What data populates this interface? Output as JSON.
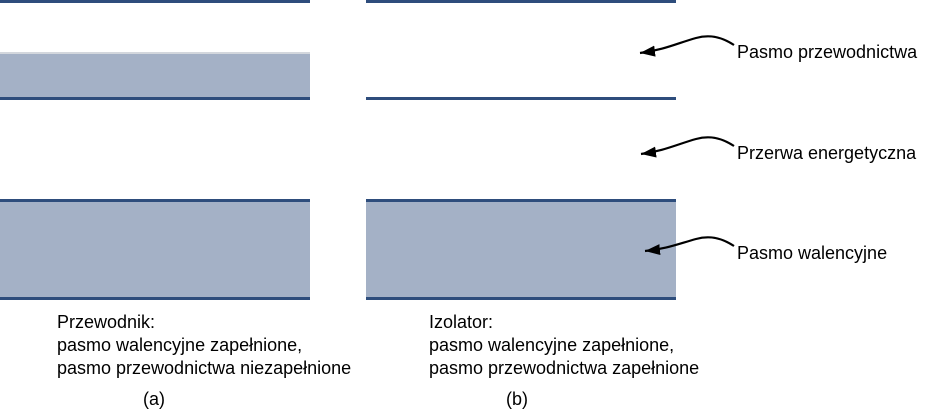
{
  "figure": {
    "annotations": {
      "conduction_band": "Pasmo przewodnictwa",
      "energy_gap": "Przerwa energetyczna",
      "valence_band": "Pasmo walencyjne"
    },
    "panel_a": {
      "caption_line1": "Przewodnik:",
      "caption_line2": "pasmo walencyjne zapełnione,",
      "caption_line3": "pasmo przewodnictwa niezapełnione",
      "label": "(a)"
    },
    "panel_b": {
      "caption_line1": "Izolator:",
      "caption_line2": "pasmo walencyjne zapełnione,",
      "caption_line3": "pasmo przewodnictwa zapełnione",
      "label": "(b)"
    },
    "colors": {
      "band_fill": "#a4b1c6",
      "band_border": "#2e4d7c",
      "fill_top_edge": "#d3d7dd",
      "line_color": "#000000"
    }
  }
}
